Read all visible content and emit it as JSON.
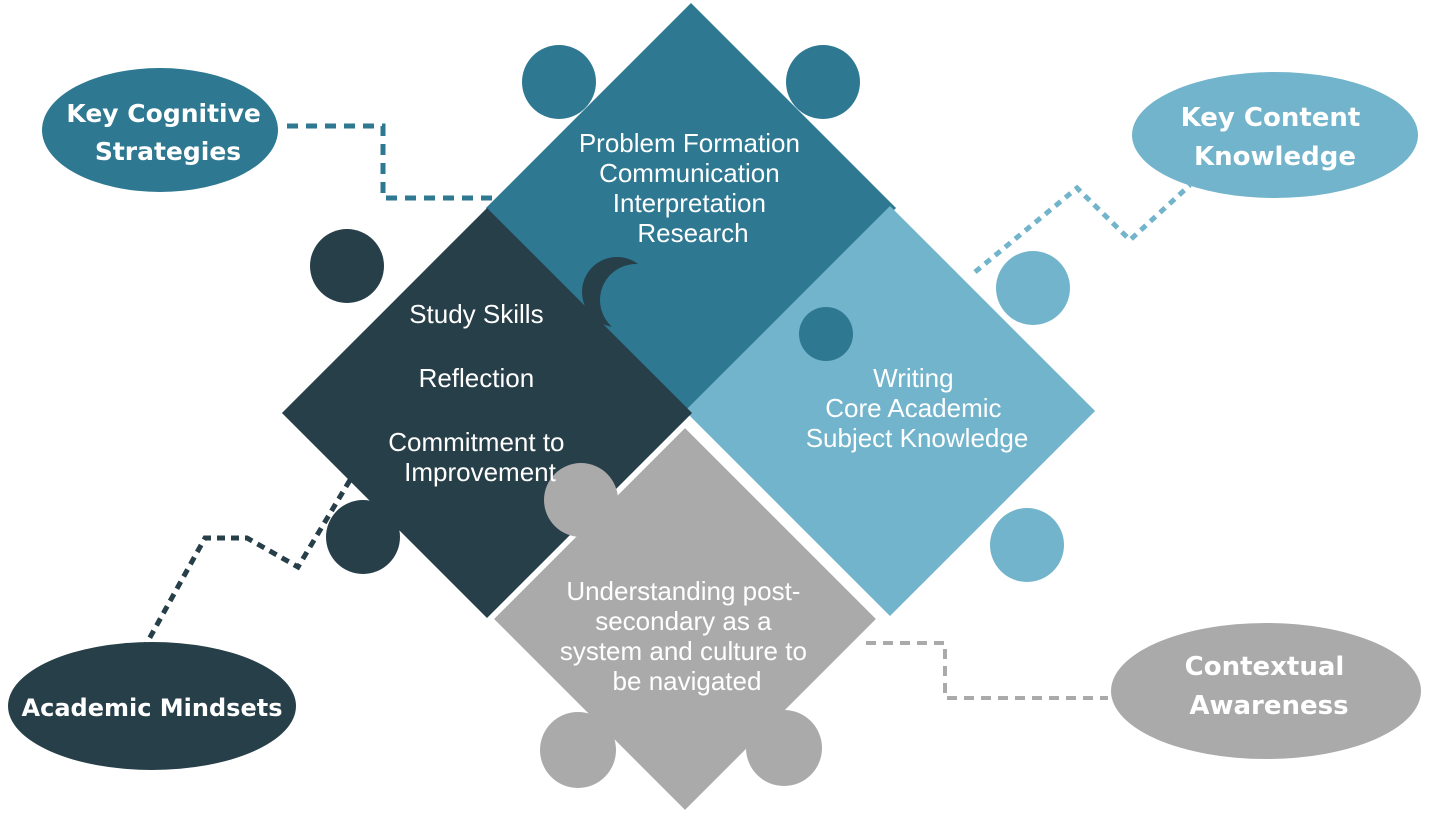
{
  "colors": {
    "cognitive": "#2e7892",
    "mindsets": "#273f48",
    "content": "#72b4cb",
    "contextual": "#aaaaaa",
    "background": "#ffffff"
  },
  "pieces": {
    "cognitive": {
      "lines": [
        "Problem Formation",
        "Communication",
        "Interpretation",
        "Research"
      ]
    },
    "mindsets": {
      "lines": [
        "Study Skills",
        "Reflection",
        "Commitment to",
        "Improvement"
      ]
    },
    "content": {
      "lines": [
        "Writing",
        "Core Academic",
        "Subject Knowledge"
      ]
    },
    "contextual": {
      "lines": [
        "Understanding post-",
        "secondary as a",
        "system and culture to",
        "be navigated"
      ]
    }
  },
  "callouts": {
    "cognitive": {
      "lines": [
        "Key Cognitive",
        "Strategies"
      ]
    },
    "content": {
      "lines": [
        "Key Content",
        "Knowledge"
      ]
    },
    "mindsets": {
      "lines": [
        "Academic Mindsets"
      ]
    },
    "contextual": {
      "lines": [
        "Contextual",
        "Awareness"
      ]
    }
  }
}
